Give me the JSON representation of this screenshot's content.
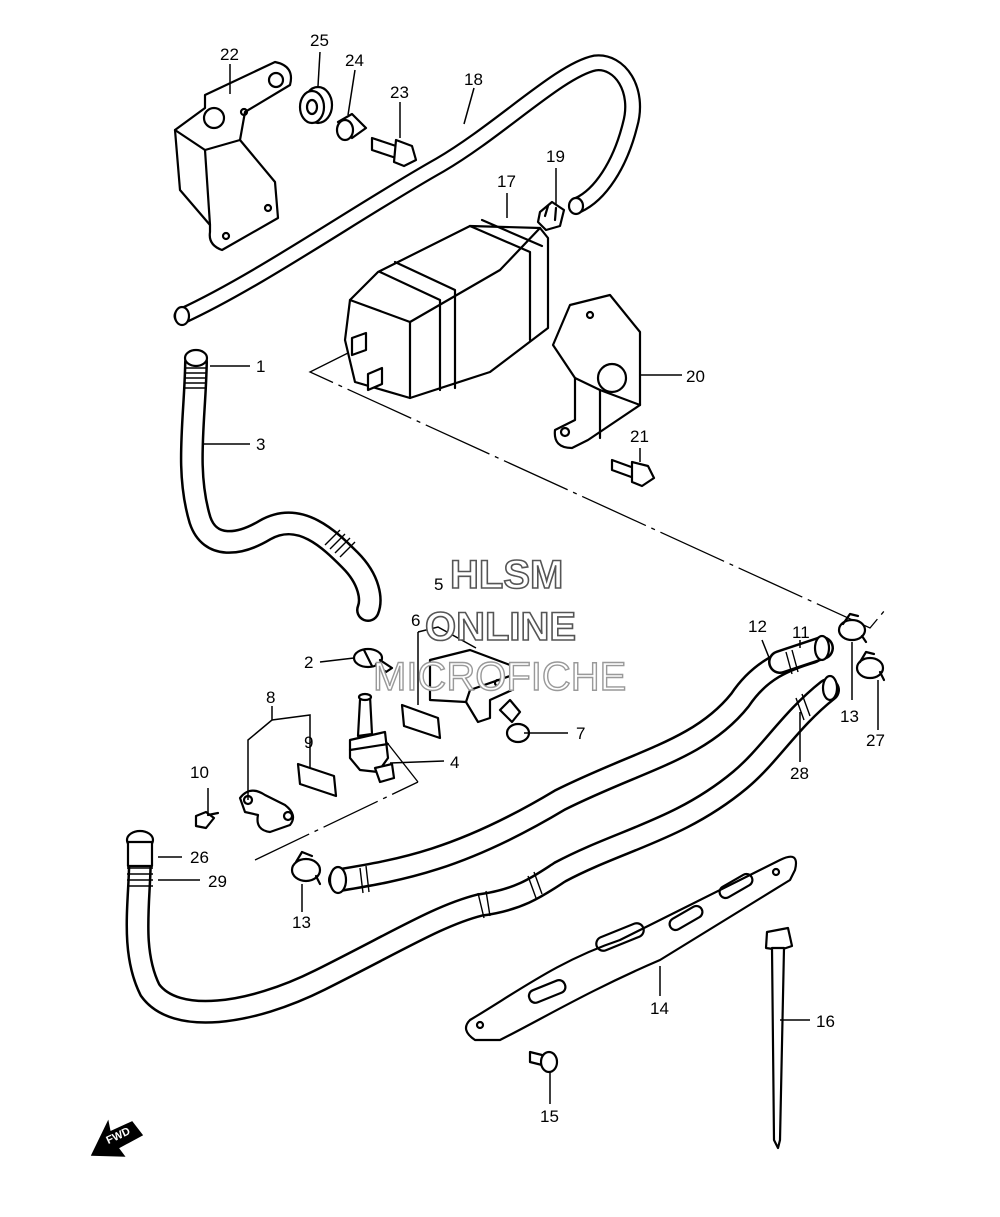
{
  "watermark": {
    "line1": "HLSM",
    "line2": "ONLINE",
    "line3": "MICROFICHE"
  },
  "direction_label": "FWD",
  "callouts": [
    {
      "id": "c1",
      "label": "1"
    },
    {
      "id": "c2",
      "label": "2"
    },
    {
      "id": "c3",
      "label": "3"
    },
    {
      "id": "c4",
      "label": "4"
    },
    {
      "id": "c5",
      "label": "5"
    },
    {
      "id": "c6",
      "label": "6"
    },
    {
      "id": "c7",
      "label": "7"
    },
    {
      "id": "c8",
      "label": "8"
    },
    {
      "id": "c9",
      "label": "9"
    },
    {
      "id": "c10",
      "label": "10"
    },
    {
      "id": "c11",
      "label": "11"
    },
    {
      "id": "c12",
      "label": "12"
    },
    {
      "id": "c13a",
      "label": "13"
    },
    {
      "id": "c13b",
      "label": "13"
    },
    {
      "id": "c14",
      "label": "14"
    },
    {
      "id": "c15",
      "label": "15"
    },
    {
      "id": "c16",
      "label": "16"
    },
    {
      "id": "c17",
      "label": "17"
    },
    {
      "id": "c18",
      "label": "18"
    },
    {
      "id": "c19",
      "label": "19"
    },
    {
      "id": "c20",
      "label": "20"
    },
    {
      "id": "c21",
      "label": "21"
    },
    {
      "id": "c22",
      "label": "22"
    },
    {
      "id": "c23",
      "label": "23"
    },
    {
      "id": "c24",
      "label": "24"
    },
    {
      "id": "c25",
      "label": "25"
    },
    {
      "id": "c26",
      "label": "26"
    },
    {
      "id": "c27",
      "label": "27"
    },
    {
      "id": "c28",
      "label": "28"
    },
    {
      "id": "c29",
      "label": "29"
    }
  ]
}
